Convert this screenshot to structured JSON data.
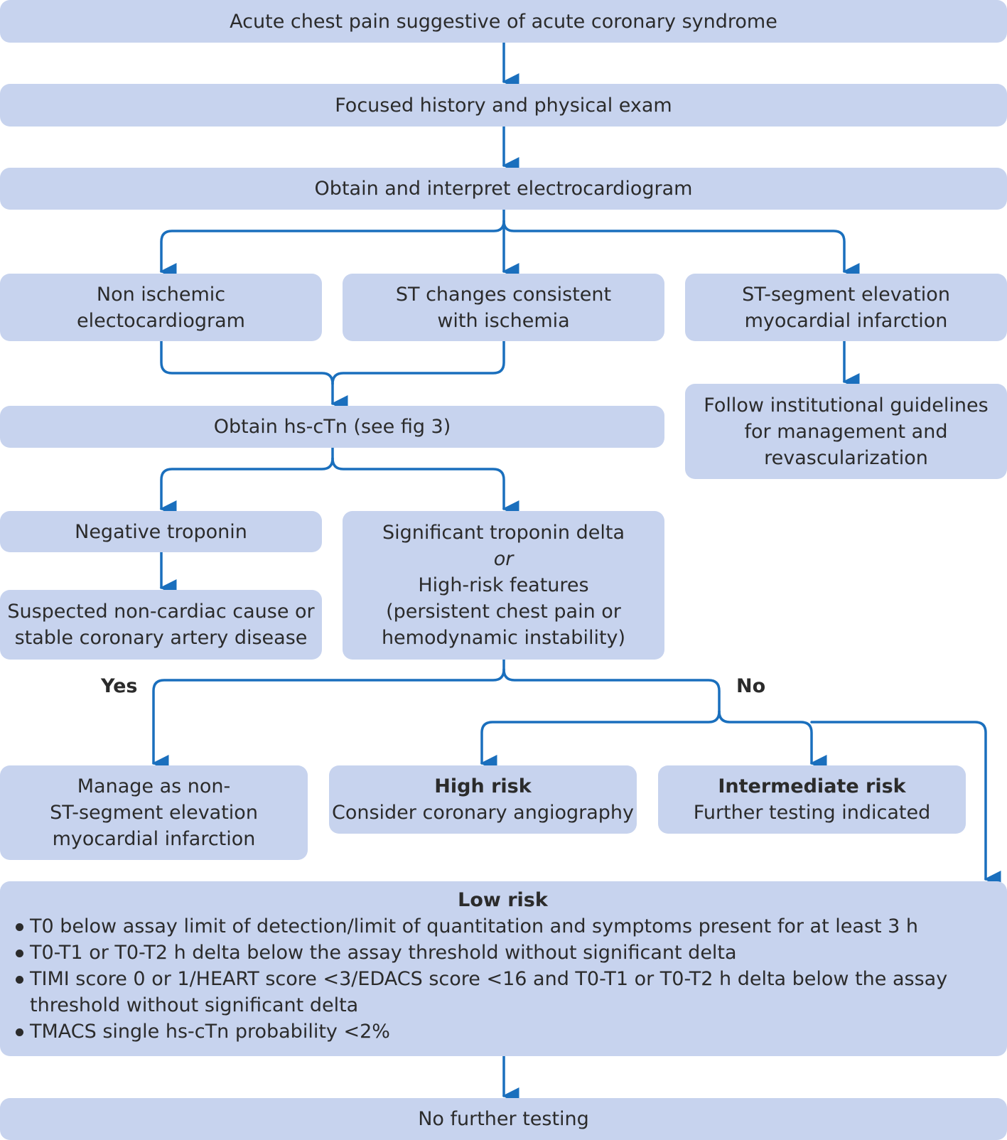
{
  "colors": {
    "box_fill": "#c7d3ee",
    "connector": "#1a6fbd",
    "text": "#2b2b2b"
  },
  "nodes": {
    "acute_chest_pain": {
      "lines": [
        "Acute chest pain suggestive of acute coronary syndrome"
      ]
    },
    "history_exam": {
      "lines": [
        "Focused history and physical exam"
      ]
    },
    "ecg": {
      "lines": [
        "Obtain and interpret electrocardiogram"
      ]
    },
    "non_ischemic": {
      "lines": [
        "Non ischemic",
        "electocardiogram"
      ]
    },
    "st_changes": {
      "lines": [
        "ST changes consistent",
        "with ischemia"
      ]
    },
    "stemi": {
      "lines": [
        "ST-segment elevation",
        "myocardial infarction"
      ]
    },
    "follow_guidelines": {
      "lines": [
        "Follow institutional guidelines",
        "for management and",
        "revascularization"
      ]
    },
    "hs_ctn": {
      "lines": [
        "Obtain hs-cTn (see fig 3)"
      ]
    },
    "negative_troponin": {
      "lines": [
        "Negative troponin"
      ]
    },
    "non_cardiac": {
      "lines": [
        "Suspected non-cardiac cause or",
        "stable coronary artery disease"
      ]
    },
    "significant_delta": {
      "line1": "Significant troponin delta",
      "or": "or",
      "lines": [
        "High-risk features",
        "(persistent chest pain or",
        "hemodynamic instability)"
      ]
    },
    "nstemi": {
      "lines": [
        "Manage as non-",
        "ST-segment elevation",
        "myocardial infarction"
      ]
    },
    "high_risk": {
      "title": "High risk",
      "text": "Consider coronary angiography"
    },
    "intermediate_risk": {
      "title": "Intermediate risk",
      "text": "Further testing indicated"
    },
    "low_risk": {
      "title": "Low risk",
      "bullets": [
        "T0 below assay limit of detection/limit of quantitation and symptoms present for at least 3 h",
        "T0-T1 or T0-T2 h delta below the assay threshold without significant delta",
        "TIMI score 0 or 1/HEART score <3/EDACS score <16 and T0-T1 or T0-T2 h delta below the assay threshold without significant delta",
        "TMACS single hs-cTn probability <2%"
      ]
    },
    "no_further": {
      "lines": [
        "No further testing"
      ]
    }
  },
  "labels": {
    "yes": "Yes",
    "no": "No"
  }
}
